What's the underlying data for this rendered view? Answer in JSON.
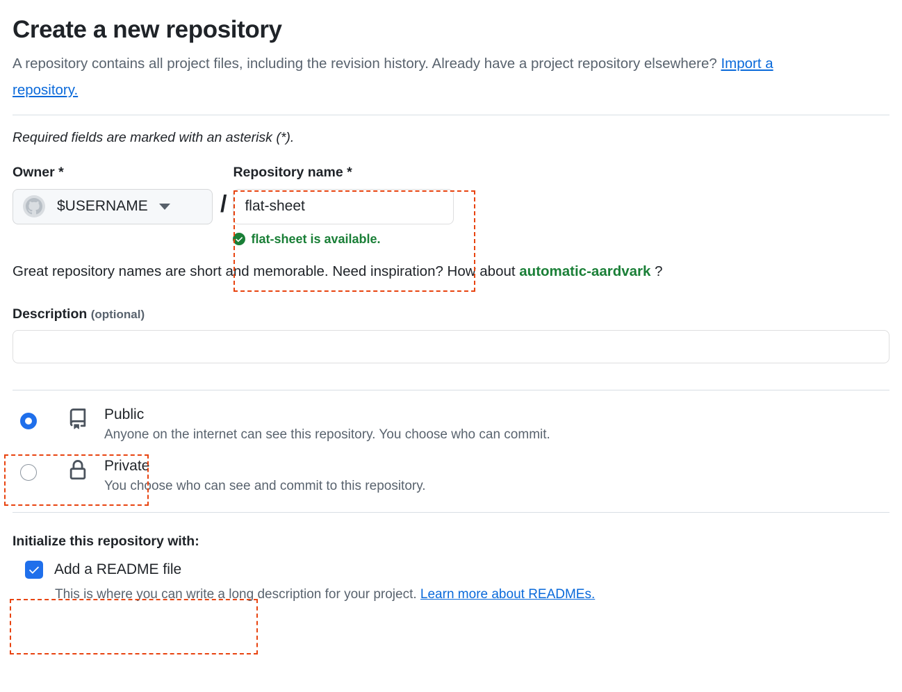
{
  "header": {
    "title": "Create a new repository",
    "description_part1": "A repository contains all project files, including the revision history. Already have a project repository elsewhere?",
    "import_link": "Import a repository.",
    "required_note": "Required fields are marked with an asterisk (*)."
  },
  "owner": {
    "label": "Owner *",
    "value": "$USERNAME",
    "avatar_icon": "octocat-avatar-icon",
    "caret_icon": "chevron-down-icon",
    "separator": "/"
  },
  "repo_name": {
    "label": "Repository name *",
    "value": "flat-sheet",
    "availability_text": "flat-sheet is available.",
    "availability_icon": "check-circle-icon",
    "availability_color": "#1a7f37"
  },
  "suggestion": {
    "prefix": "Great repository names are short and memorable. Need inspiration? How about",
    "name": "automatic-aardvark",
    "suffix": "?"
  },
  "description": {
    "label": "Description",
    "optional": "(optional)",
    "value": "",
    "placeholder": ""
  },
  "visibility": {
    "options": [
      {
        "title": "Public",
        "subtitle": "Anyone on the internet can see this repository. You choose who can commit.",
        "icon": "repo-book-icon",
        "selected": true
      },
      {
        "title": "Private",
        "subtitle": "You choose who can see and commit to this repository.",
        "icon": "lock-icon",
        "selected": false
      }
    ]
  },
  "initialize": {
    "title": "Initialize this repository with:",
    "readme_label": "Add a README file",
    "readme_checked": true,
    "readme_sub_text": "This is where you can write a long description for your project.",
    "readme_link": "Learn more about READMEs."
  },
  "annotations": {
    "highlight_color": "#e8430f",
    "boxes": [
      "repository-name-field",
      "public-visibility-option",
      "initialize-readme-option"
    ]
  }
}
